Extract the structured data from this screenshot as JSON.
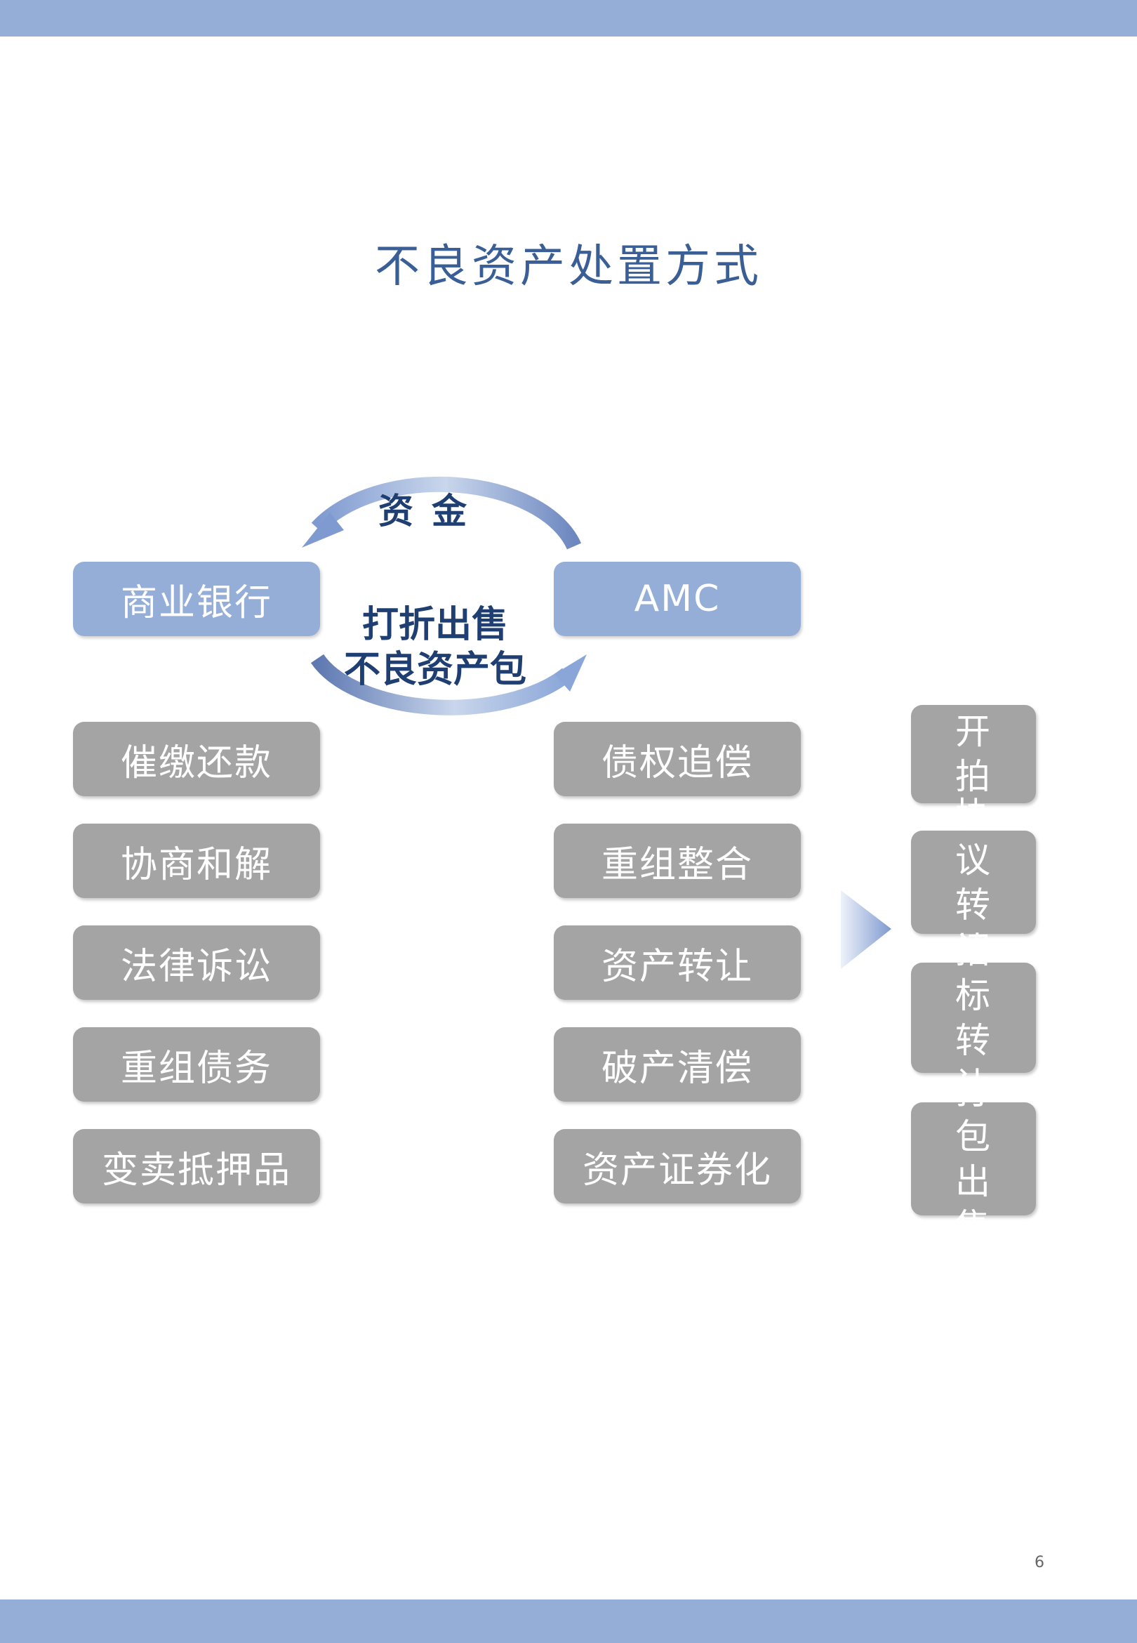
{
  "page": {
    "number": "6"
  },
  "title": "不良资产处置方式",
  "cycle": {
    "bank": "商业银行",
    "amc": "AMC",
    "fund_label": "资金",
    "sale_label_line1": "打折出售",
    "sale_label_line2": "不良资产包"
  },
  "bank_methods": [
    "催缴还款",
    "协商和解",
    "法律诉讼",
    "重组债务",
    "变卖抵押品"
  ],
  "amc_methods": [
    "债权追偿",
    "重组整合",
    "资产转让",
    "破产清偿",
    "资产证券化"
  ],
  "transfer_methods": [
    {
      "line1": "公开",
      "line2": "拍卖"
    },
    {
      "line1": "协议",
      "line2": "转让"
    },
    {
      "line1": "招标",
      "line2": "转让"
    },
    {
      "line1": "打包",
      "line2": "出售"
    }
  ],
  "colors": {
    "band": "#95aed8",
    "title": "#3a5f96",
    "blue_box": "#95aed8",
    "gray_box": "#a4a4a4",
    "arrow_light": "#c9d6ec",
    "arrow_dark": "#5e79b2",
    "cycle_text": "#1f3e72"
  }
}
